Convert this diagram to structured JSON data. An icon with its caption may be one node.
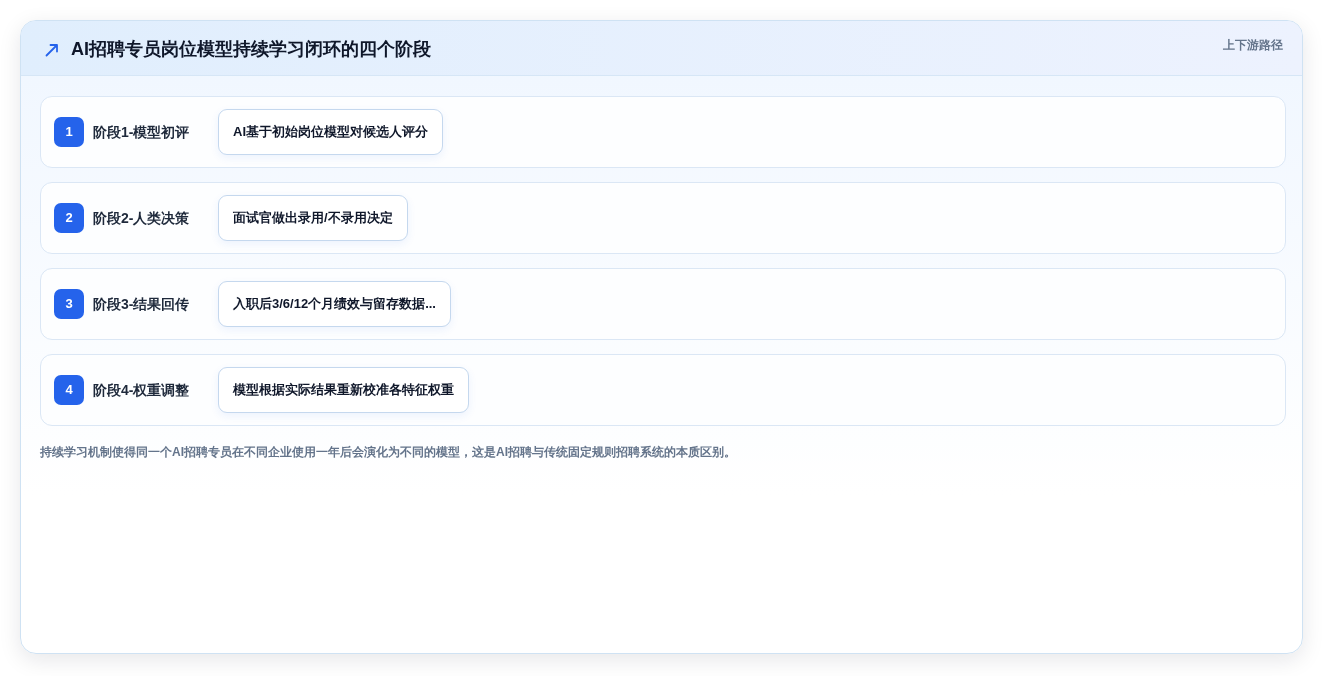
{
  "diagram": {
    "title": "AI招聘专员岗位模型持续学习闭环的四个阶段",
    "caption": "持续学习机制使得同一个AI招聘专员在不同企业使用一年后会演化为不同的模型，这是AI招聘与传统固定规则招聘系统的本质区别。",
    "nodes": [
      {
        "text": [
          "阶段1-模型初评"
        ]
      },
      {
        "text": [
          "1"
        ],
        "in": 0
      },
      {
        "text": [
          "AI基于初始岗位模型对候选人评分"
        ],
        "in": 0
      },
      {
        "text": [
          "阶段2-人类决策"
        ]
      },
      {
        "text": [
          "2"
        ],
        "in": 3
      },
      {
        "text": [
          "面试官做出录用/不录用决定"
        ],
        "in": 3
      },
      {
        "text": [
          "阶段3-结果回传"
        ]
      },
      {
        "text": [
          "3"
        ],
        "in": 6
      },
      {
        "text": [
          "入职后3/6/12个月绩效与留存数据..."
        ],
        "in": 6
      },
      {
        "text": [
          "阶段4-权重调整"
        ]
      },
      {
        "text": [
          "4"
        ],
        "in": 9
      },
      {
        "text": [
          "模型根据实际结果重新校准各特征权重"
        ],
        "in": 9
      }
    ],
    "labels": [
      "上下游路径"
    ]
  }
}
